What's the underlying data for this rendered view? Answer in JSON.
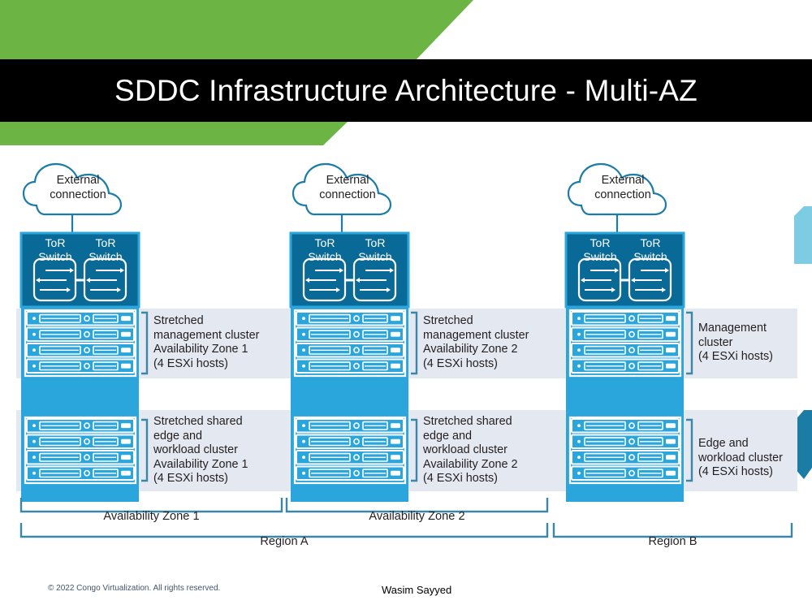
{
  "slide": {
    "title": "SDDC Infrastructure Architecture -  Multi-AZ",
    "footer_copyright": "© 2022 Congo Virtualization. All rights reserved.",
    "footer_author": "Wasim Sayyed"
  },
  "colors": {
    "green_accent": "#6cb545",
    "title_bar": "#000000",
    "title_text": "#ffffff",
    "rack_body": "#2ba6dd",
    "tor_box": "#0a6a97",
    "band": "#e4e8f0",
    "bracket": "#3a87a8",
    "deco_light_blue": "#7ecbe4",
    "deco_dark_blue": "#1b7da5",
    "cloud_stroke": "#1b7ca8",
    "label_text": "#231f20",
    "footer_copy": "#44546a"
  },
  "diagram": {
    "columns": [
      {
        "id": "az1",
        "cloud_label": "External\nconnection",
        "tor": {
          "left_label": "ToR\nSwitch",
          "right_label": "ToR\nSwitch"
        },
        "clusters": [
          {
            "id": "az1-mgmt",
            "hosts": 4,
            "label": "Stretched\nmanagement cluster\nAvailability Zone 1\n(4 ESXi hosts)"
          },
          {
            "id": "az1-edge",
            "hosts": 4,
            "label": "Stretched shared\nedge and\nworkload cluster\nAvailability Zone 1\n(4 ESXi hosts)"
          }
        ]
      },
      {
        "id": "az2",
        "cloud_label": "External\nconnection",
        "tor": {
          "left_label": "ToR\nSwitch",
          "right_label": "ToR\nSwitch"
        },
        "clusters": [
          {
            "id": "az2-mgmt",
            "hosts": 4,
            "label": "Stretched\nmanagement cluster\nAvailability Zone 2\n(4 ESXi hosts)"
          },
          {
            "id": "az2-edge",
            "hosts": 4,
            "label": "Stretched shared\nedge and\nworkload cluster\nAvailability Zone 2\n(4 ESXi hosts)"
          }
        ]
      },
      {
        "id": "regionb",
        "cloud_label": "External\nconnection",
        "tor": {
          "left_label": "ToR\nSwitch",
          "right_label": "ToR\nSwitch"
        },
        "clusters": [
          {
            "id": "rb-mgmt",
            "hosts": 4,
            "label": "Management\ncluster\n(4 ESXi hosts)"
          },
          {
            "id": "rb-edge",
            "hosts": 4,
            "label": "Edge and\nworkload cluster\n(4 ESXi hosts)"
          }
        ]
      }
    ],
    "zone_brackets": [
      {
        "id": "az1",
        "label": "Availability Zone 1"
      },
      {
        "id": "az2",
        "label": "Availability Zone 2"
      }
    ],
    "region_brackets": [
      {
        "id": "regiona",
        "label": "Region A"
      },
      {
        "id": "regionb",
        "label": "Region B"
      }
    ]
  }
}
